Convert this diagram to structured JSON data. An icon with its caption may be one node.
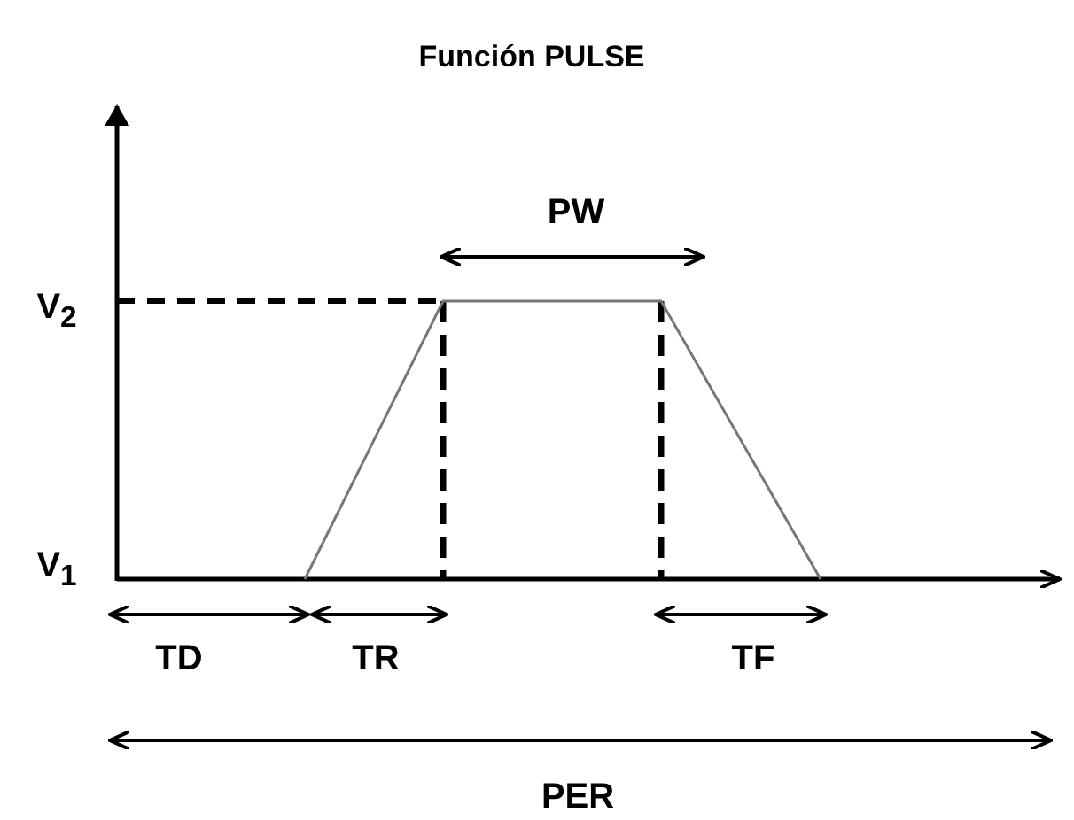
{
  "diagram": {
    "title": "Función PULSE",
    "labels": [
      "V$_{2}$",
      "V$_{1}$",
      "PW",
      "TD",
      "TR",
      "TF",
      "PER"
    ]
  }
}
